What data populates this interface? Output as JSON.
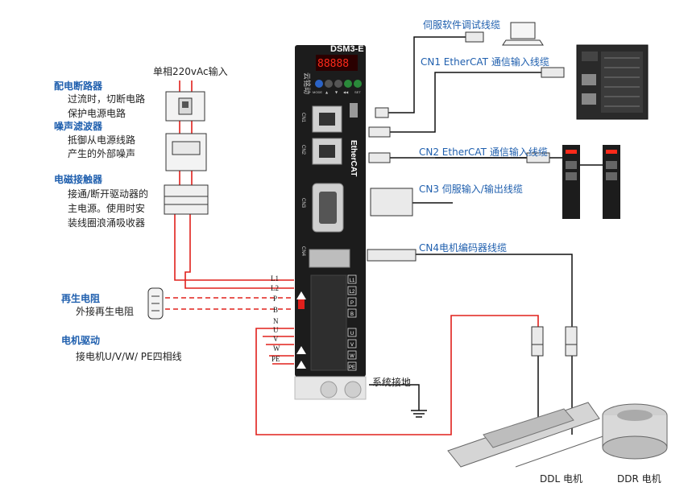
{
  "drive": {
    "model": "DSM3-E",
    "display": "88888",
    "brand": "云铭动",
    "buttons": [
      "MODE",
      "▲",
      "▼",
      "◀◀",
      "SET"
    ],
    "ports": [
      "CN1",
      "CN2",
      "CN3",
      "CN4"
    ],
    "ethercat_logo": "EtherCAT",
    "terminals_top": [
      "L1",
      "L2",
      "P",
      "B"
    ],
    "terminals_bottom": [
      "N",
      "U",
      "V",
      "W",
      "PE"
    ],
    "panel_terminals": [
      "L1",
      "L2",
      "P",
      "B",
      "U",
      "V",
      "W",
      "PE"
    ]
  },
  "power": {
    "input_label": "单相220vAc输入",
    "breaker_title": "配电断路器",
    "breaker_desc": [
      "过流时，切断电路",
      "保护电源电路"
    ],
    "filter_title": "噪声滤波器",
    "filter_desc": [
      "抵御从电源线路",
      "产生的外部噪声"
    ],
    "contactor_title": "电磁接触器",
    "contactor_desc": [
      "接通/断开驱动器的",
      "主电源。使用时安",
      "装线圈浪涌吸收器"
    ]
  },
  "regen": {
    "title": "再生电阻",
    "desc": "外接再生电阻"
  },
  "motor_drive": {
    "title": "电机驱动",
    "desc": "接电机U/V/W/ PE四相线"
  },
  "cables": {
    "debug": "伺服软件调试线缆",
    "cn1": "CN1 EtherCAT 通信输入线缆",
    "cn2": "CN2 EtherCAT 通信输入线缆",
    "cn3": "CN3 伺服输入/输出线缆",
    "cn4": "CN4电机编码器线缆"
  },
  "ground_label": "系统接地",
  "motors": {
    "ddl": "DDL 电机",
    "ddr": "DDR 电机"
  },
  "colors": {
    "power_wire": "#e0201c",
    "label_blue": "#1f5fae",
    "drive_body": "#1c1c1c",
    "led": "#ff2a1a"
  }
}
